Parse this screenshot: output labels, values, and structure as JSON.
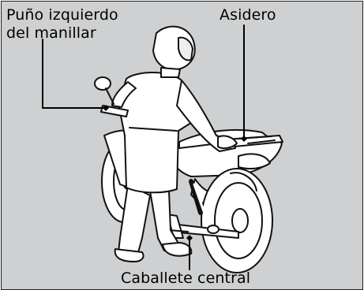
{
  "labels": {
    "left_handlebar_grip": [
      "Puño izquierdo",
      "del manillar"
    ],
    "grab_rail": "Asidero",
    "center_stand": "Caballete central"
  },
  "colors": {
    "background": "#cfd0d1",
    "line": "#111111",
    "fill": "#ffffff"
  },
  "icons": {
    "illustration": "person-lifting-motorcycle-onto-center-stand"
  }
}
